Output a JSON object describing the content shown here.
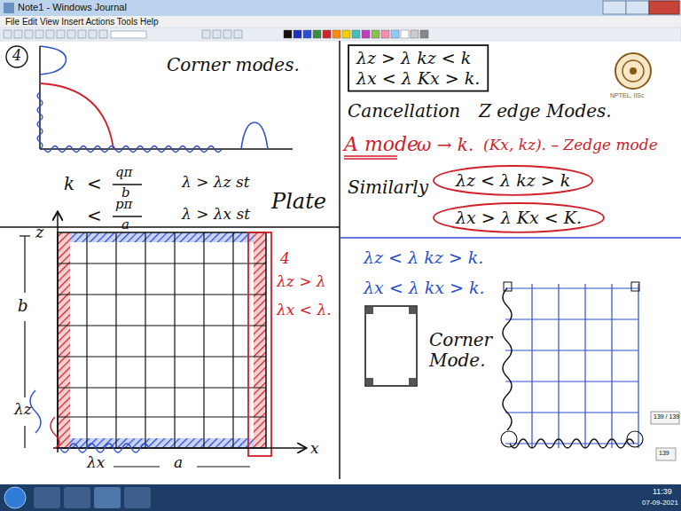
{
  "diagram": {
    "nodes": [
      {
        "text": [
          "λz > λ   kz < k",
          "λx < λ   Kx > k."
        ]
      },
      {
        "text": [
          "λz < λ   kz > k"
        ]
      },
      {
        "text": [
          "λx > λ   Kx < K."
        ]
      }
    ],
    "labels": [
      "Note1 - Windows Journal",
      "File Edit View Insert Actions Tools Help",
      "NPTEL, IISc",
      "4",
      "Corner modes.",
      "k",
      "<",
      "qπ",
      "b",
      "λ > λz st",
      "<",
      "pπ",
      "a",
      "λ > λx st",
      "Plate",
      "z",
      "b",
      "λz",
      "λx",
      "a",
      "x",
      "4",
      "λz > λ",
      "λx < λ.",
      "Cancellation",
      "Z edge Modes.",
      "A mode",
      "ω → k.",
      "(Kx, kz). – Zedge mode",
      "Similarly",
      "λz < λ   kz > k.",
      "λx < λ   kx > k.",
      "Corner Mode.",
      "139 / 139",
      "139",
      "11:39",
      "07-09-2021"
    ]
  }
}
